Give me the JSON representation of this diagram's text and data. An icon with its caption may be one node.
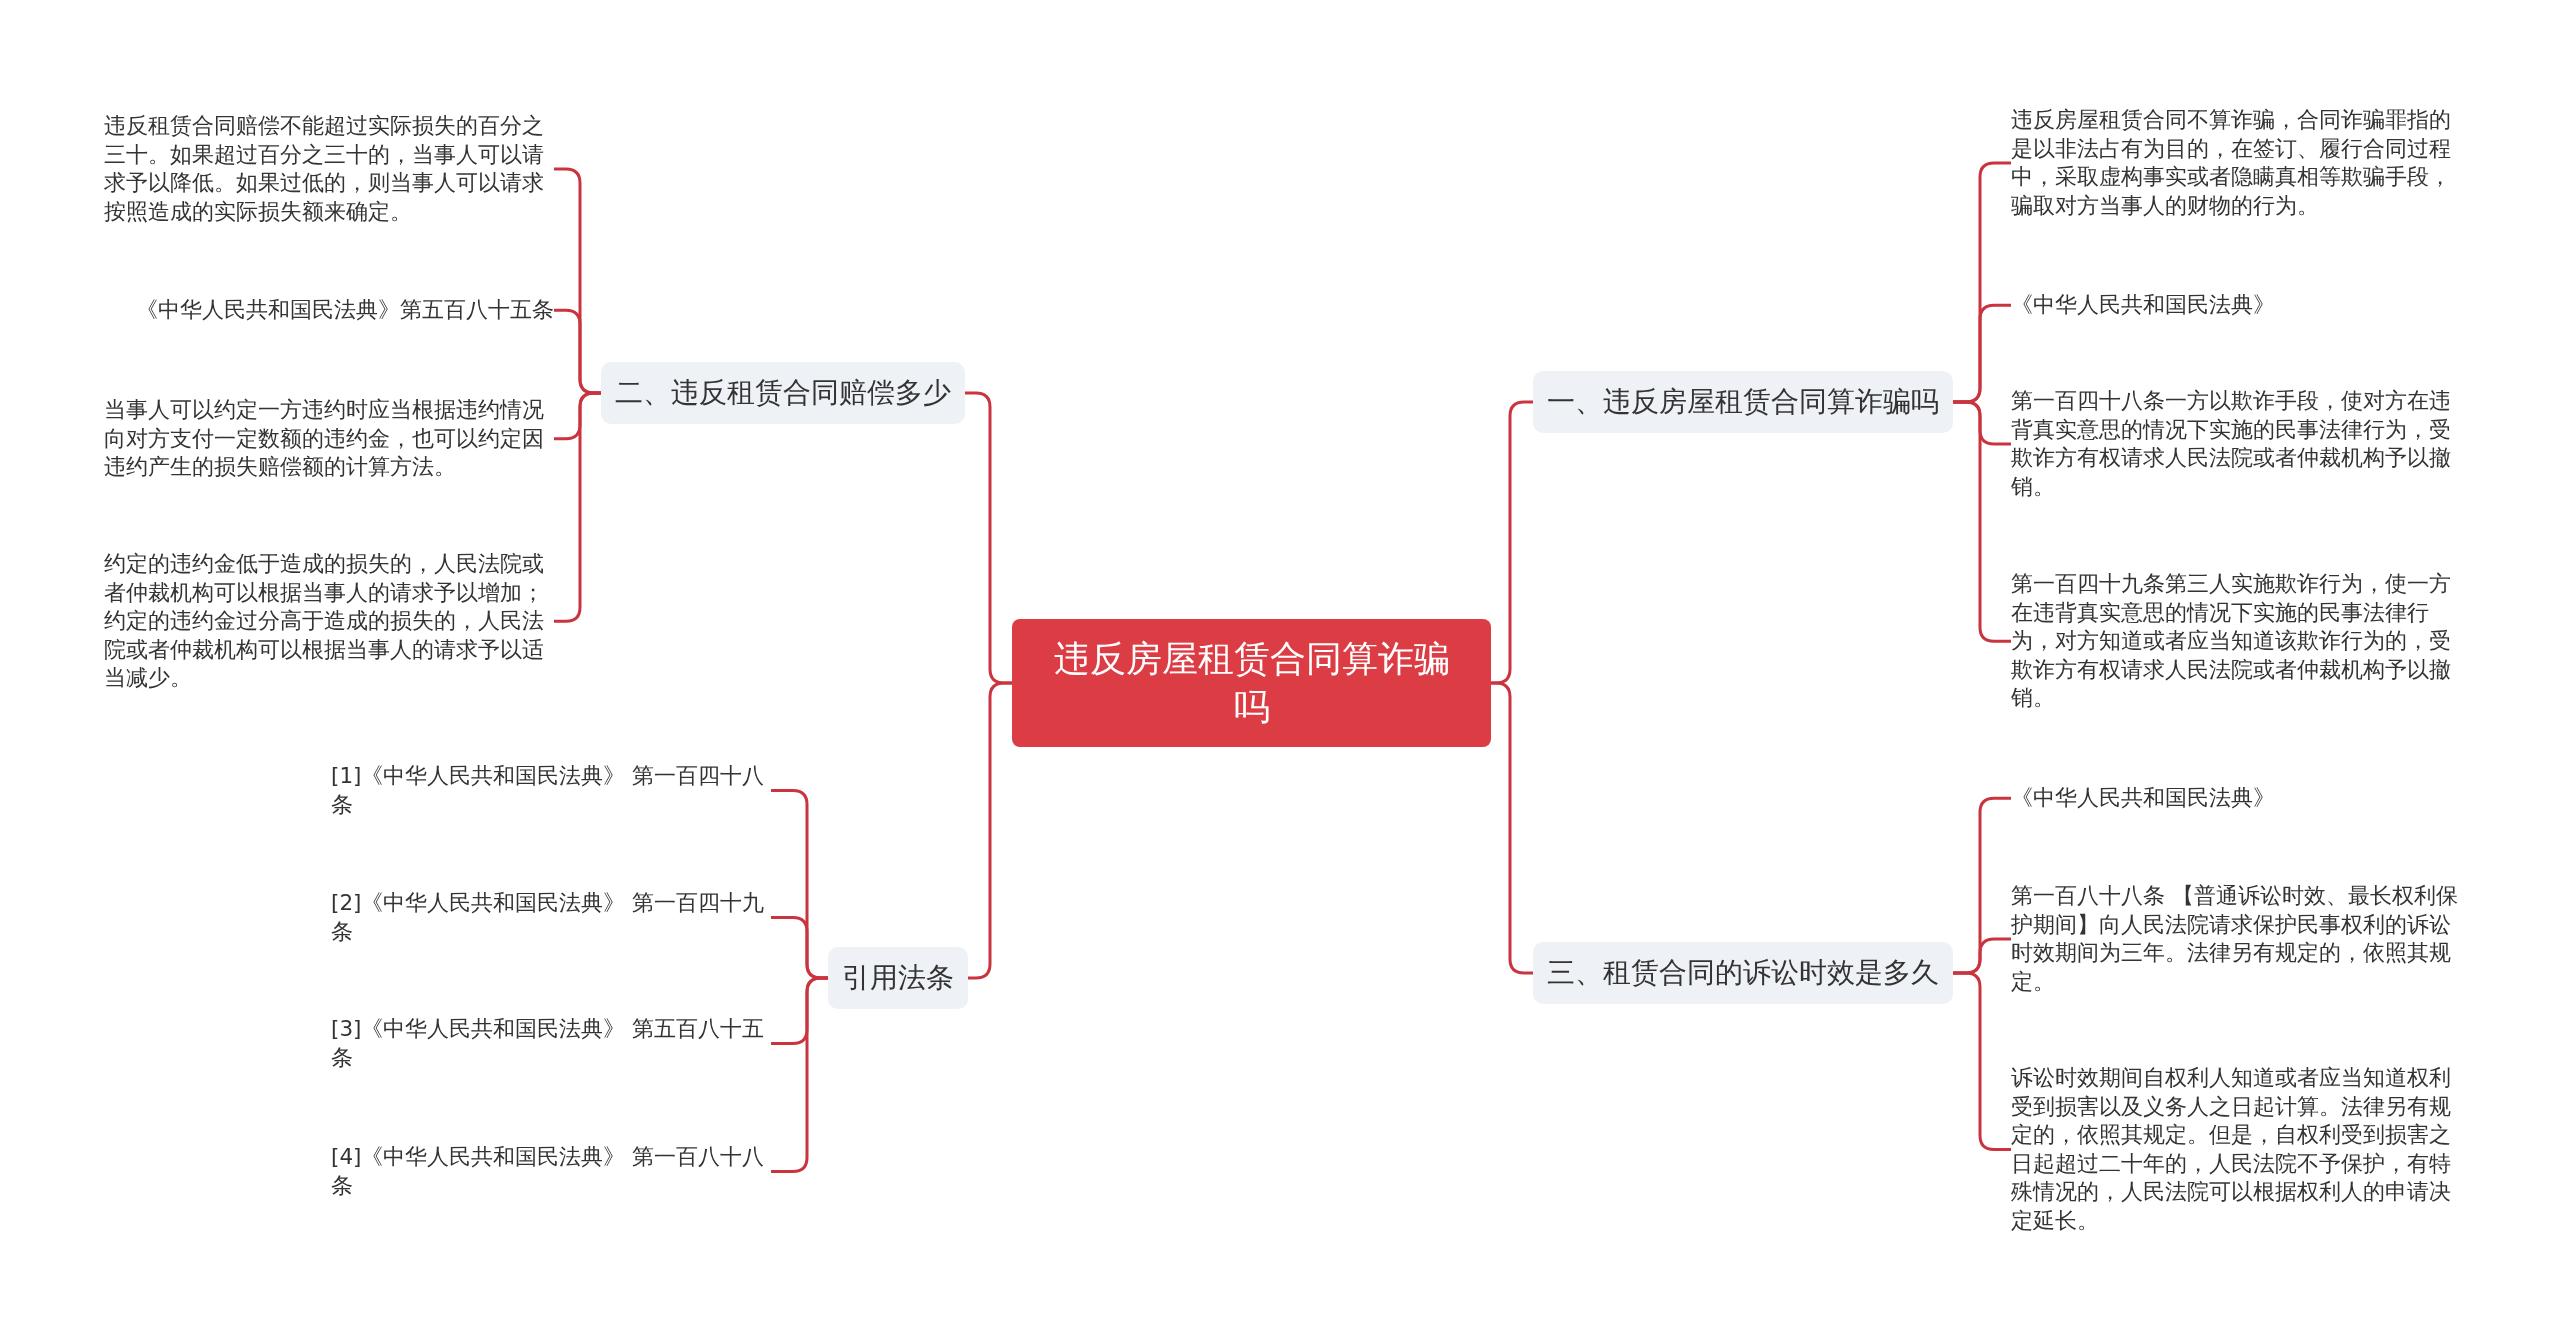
{
  "diagram": {
    "nodes": [
      {
        "text": [
          "违反房屋租赁合同算诈骗吗"
        ]
      },
      {
        "text": [
          "二、违反租赁合同赔偿多少"
        ]
      },
      {
        "text": [
          "违反租赁合同赔偿不能超过实际损失的百分之三十。如果超过百分之三十的，当事人可以请求予以降低。如果过低的，则当事人可以请求按照造成的实际损失额来确定。"
        ]
      },
      {
        "text": [
          "《中华人民共和国民法典》第五百八十五条"
        ]
      },
      {
        "text": [
          "当事人可以约定一方违约时应当根据违约情况向对方支付一定数额的违约金，也可以约定因违约产生的损失赔偿额的计算方法。"
        ]
      },
      {
        "text": [
          "约定的违约金低于造成的损失的，人民法院或者仲裁机构可以根据当事人的请求予以增加；约定的违约金过分高于造成的损失的，人民法院或者仲裁机构可以根据当事人的请求予以适当减少。"
        ]
      },
      {
        "text": [
          "引用法条"
        ]
      },
      {
        "text": [
          "[1]《中华人民共和国民法典》 第一百四十八条"
        ]
      },
      {
        "text": [
          "[2]《中华人民共和国民法典》 第一百四十九条"
        ]
      },
      {
        "text": [
          "[3]《中华人民共和国民法典》 第五百八十五条"
        ]
      },
      {
        "text": [
          "[4]《中华人民共和国民法典》 第一百八十八条"
        ]
      },
      {
        "text": [
          "一、违反房屋租赁合同算诈骗吗"
        ]
      },
      {
        "text": [
          "违反房屋租赁合同不算诈骗，合同诈骗罪指的是以非法占有为目的，在签订、履行合同过程中，采取虚构事实或者隐瞒真相等欺骗手段，骗取对方当事人的财物的行为。"
        ]
      },
      {
        "text": [
          "《中华人民共和国民法典》"
        ]
      },
      {
        "text": [
          "第一百四十八条一方以欺诈手段，使对方在违背真实意思的情况下实施的民事法律行为，受欺诈方有权请求人民法院或者仲裁机构予以撤销。"
        ]
      },
      {
        "text": [
          "第一百四十九条第三人实施欺诈行为，使一方在违背真实意思的情况下实施的民事法律行为，对方知道或者应当知道该欺诈行为的，受欺诈方有权请求人民法院或者仲裁机构予以撤销。"
        ]
      },
      {
        "text": [
          "三、租赁合同的诉讼时效是多久"
        ]
      },
      {
        "text": [
          "《中华人民共和国民法典》"
        ]
      },
      {
        "text": [
          "第一百八十八条 【普通诉讼时效、最长权利保护期间】向人民法院请求保护民事权利的诉讼时效期间为三年。法律另有规定的，依照其规定。"
        ]
      },
      {
        "text": [
          "诉讼时效期间自权利人知道或者应当知道权利受到损害以及义务人之日起计算。法律另有规定的，依照其规定。但是，自权利受到损害之日起超过二十年的，人民法院不予保护，有特殊情况的，人民法院可以根据权利人的申请决定延长。"
        ]
      }
    ],
    "edges": [
      {
        "from": 0,
        "to": 1,
        "arrow": "none"
      },
      {
        "from": 1,
        "to": 2,
        "arrow": "none"
      },
      {
        "from": 1,
        "to": 3,
        "arrow": "none"
      },
      {
        "from": 1,
        "to": 4,
        "arrow": "none"
      },
      {
        "from": 1,
        "to": 5,
        "arrow": "none"
      },
      {
        "from": 0,
        "to": 6,
        "arrow": "none"
      },
      {
        "from": 6,
        "to": 7,
        "arrow": "none"
      },
      {
        "from": 6,
        "to": 8,
        "arrow": "none"
      },
      {
        "from": 6,
        "to": 9,
        "arrow": "none"
      },
      {
        "from": 6,
        "to": 10,
        "arrow": "none"
      },
      {
        "from": 0,
        "to": 11,
        "arrow": "none"
      },
      {
        "from": 11,
        "to": 12,
        "arrow": "none"
      },
      {
        "from": 11,
        "to": 13,
        "arrow": "none"
      },
      {
        "from": 11,
        "to": 14,
        "arrow": "none"
      },
      {
        "from": 11,
        "to": 15,
        "arrow": "none"
      },
      {
        "from": 0,
        "to": 16,
        "arrow": "none"
      },
      {
        "from": 16,
        "to": 17,
        "arrow": "none"
      },
      {
        "from": 16,
        "to": 18,
        "arrow": "none"
      },
      {
        "from": 16,
        "to": 19,
        "arrow": "none"
      }
    ]
  }
}
